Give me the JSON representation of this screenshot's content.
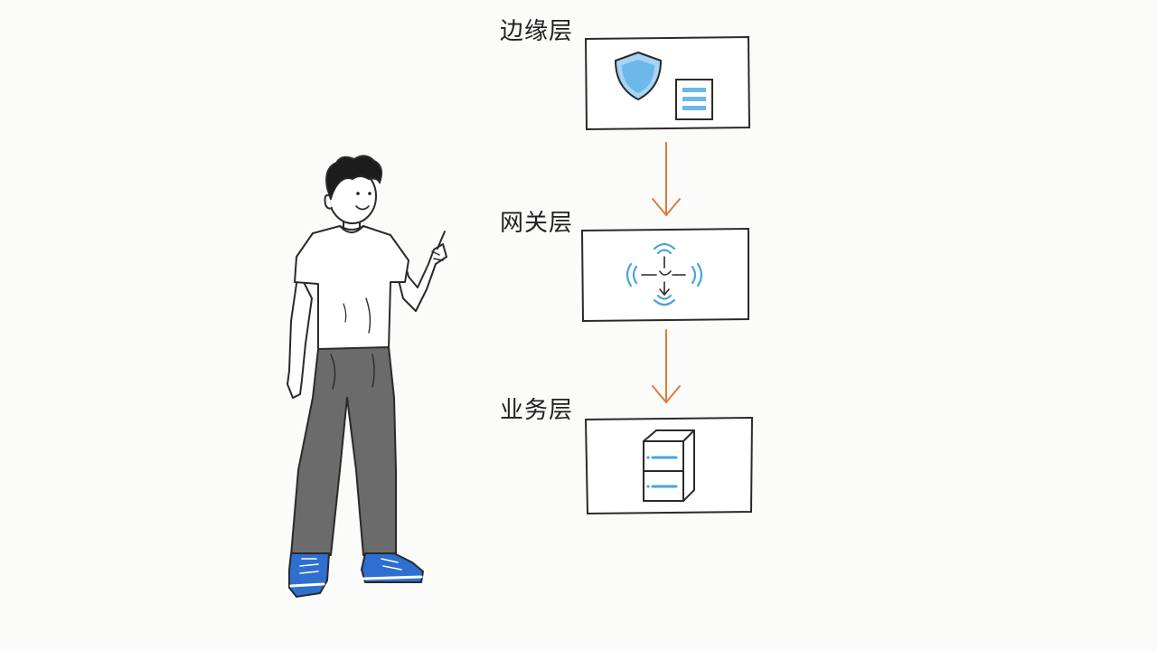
{
  "layers": [
    {
      "label": "边缘层",
      "icons": [
        "shield-icon",
        "document-icon"
      ]
    },
    {
      "label": "网关层",
      "icons": [
        "network-hub-icon"
      ]
    },
    {
      "label": "业务层",
      "icons": [
        "server-icon"
      ]
    }
  ],
  "colors": {
    "ink": "#2a2a2a",
    "accent_blue": "#4aa3df",
    "arrow_orange": "#e07a3a",
    "shoe_blue": "#2f6fd0",
    "pants_gray": "#6b6b6b"
  }
}
